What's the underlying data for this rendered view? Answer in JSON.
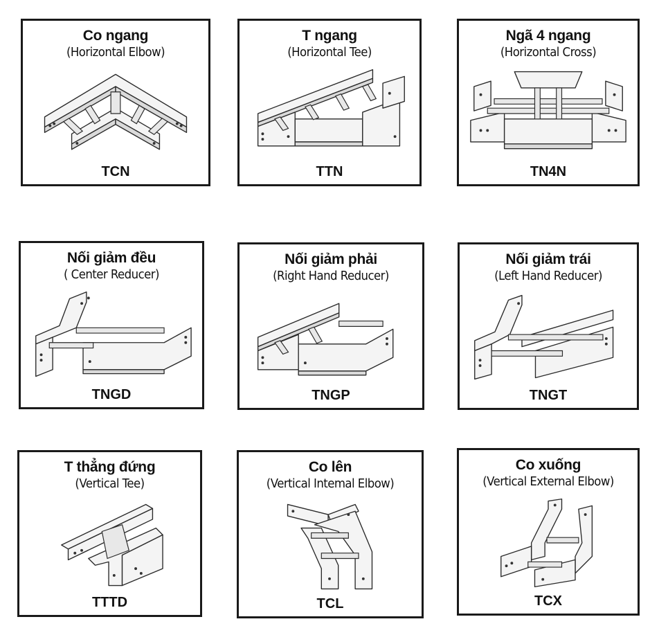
{
  "items": [
    {
      "title": "Co ngang",
      "subtitle": "(Horizontal Elbow)",
      "code": "TCN",
      "icon": "horizontal-elbow-icon"
    },
    {
      "title": "T ngang",
      "subtitle": "(Horizontal Tee)",
      "code": "TTN",
      "icon": "horizontal-tee-icon"
    },
    {
      "title": "Ngã 4 ngang",
      "subtitle": "(Horizontal Cross)",
      "code": "TN4N",
      "icon": "horizontal-cross-icon"
    },
    {
      "title": "Nối giảm đều",
      "subtitle": "( Center Reducer)",
      "code": "TNGD",
      "icon": "center-reducer-icon"
    },
    {
      "title": "Nối giảm phải",
      "subtitle": "(Right Hand Reducer)",
      "code": "TNGP",
      "icon": "right-hand-reducer-icon"
    },
    {
      "title": "Nối giảm trái",
      "subtitle": "(Left Hand Reducer)",
      "code": "TNGT",
      "icon": "left-hand-reducer-icon"
    },
    {
      "title": "T thẳng đứng",
      "subtitle": "(Vertical Tee)",
      "code": "TTTD",
      "icon": "vertical-tee-icon"
    },
    {
      "title": "Co lên",
      "subtitle": "(Vertical Intemal Elbow)",
      "code": "TCL",
      "icon": "vertical-internal-elbow-icon"
    },
    {
      "title": "Co xuống",
      "subtitle": "(Vertical External Elbow)",
      "code": "TCX",
      "icon": "vertical-external-elbow-icon"
    }
  ]
}
